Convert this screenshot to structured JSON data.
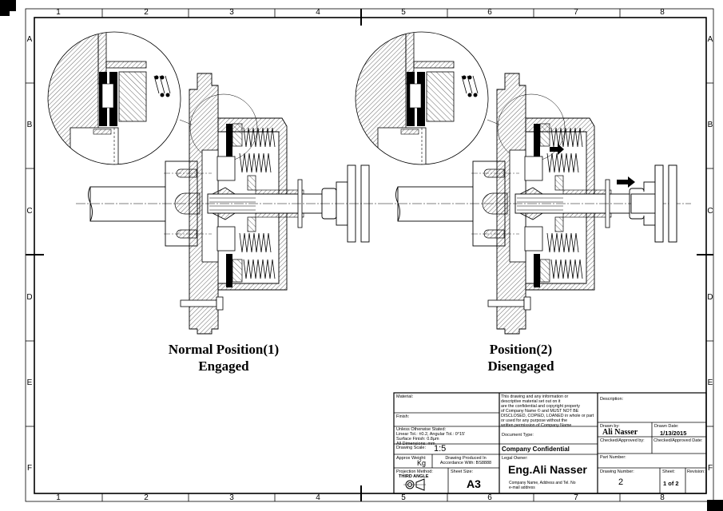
{
  "zones": {
    "columns": [
      "1",
      "2",
      "3",
      "4",
      "5",
      "6",
      "7",
      "8"
    ],
    "rows": [
      "A",
      "B",
      "C",
      "D",
      "E",
      "F"
    ]
  },
  "views": [
    {
      "title": "Normal Position(1)",
      "subtitle": "Engaged"
    },
    {
      "title": "Position(2)",
      "subtitle": "Disengaged"
    }
  ],
  "title_block": {
    "material_label": "Material:",
    "finish_label": "Finish:",
    "tolerances": {
      "line1": "Unless Otherwise Stated:",
      "line2": "Linear Tol.: ±0.2, Angular Tol.: 0°15'",
      "line3": "Surface Finish: 0.8µm",
      "line4": "All Dimensions: mm"
    },
    "scale_label": "Drawing Scale:",
    "scale_value": "1:5",
    "weight_label": "Approx Weight:",
    "weight_value": "Kg",
    "standard_line1": "Drawing Produced In",
    "standard_line2": "Accordance With: BS8888",
    "projection_label": "Projection Method:",
    "projection_value": "THIRD ANGLE",
    "sheet_size_label": "Sheet Size:",
    "sheet_size_value": "A3",
    "notice": [
      "This drawing and any information or",
      "descriptive material set out on it",
      "are the confidential and copyright property",
      "of Company Name © and MUST NOT BE",
      "DISCLOSED, COPIED, LOANED in whole or part",
      "or used for any purpose without the",
      "written permission of Company Name"
    ],
    "document_type_label": "Document Type:",
    "confidential": "Company Confidential",
    "legal_owner_label": "Legal Owner:",
    "legal_owner": "Eng.Ali Nasser",
    "owner_address_line1": "Company Name, Address and Tel. No",
    "owner_address_line2": "e-mail address",
    "description_label": "Description:",
    "drawn_by_label": "Drawn by:",
    "drawn_by": "Ali Nasser",
    "drawn_date_label": "Drawn Date:",
    "drawn_date": "1/13/2015",
    "checked_by_label": "Checked/Approved by:",
    "checked_date_label": "Checked/Approved Date:",
    "part_number_label": "Part Number:",
    "drawing_number_label": "Drawing Number:",
    "drawing_number": "2",
    "sheet_label": "Sheet:",
    "sheet_value": "1 of 2",
    "revision_label": "Revision:"
  }
}
